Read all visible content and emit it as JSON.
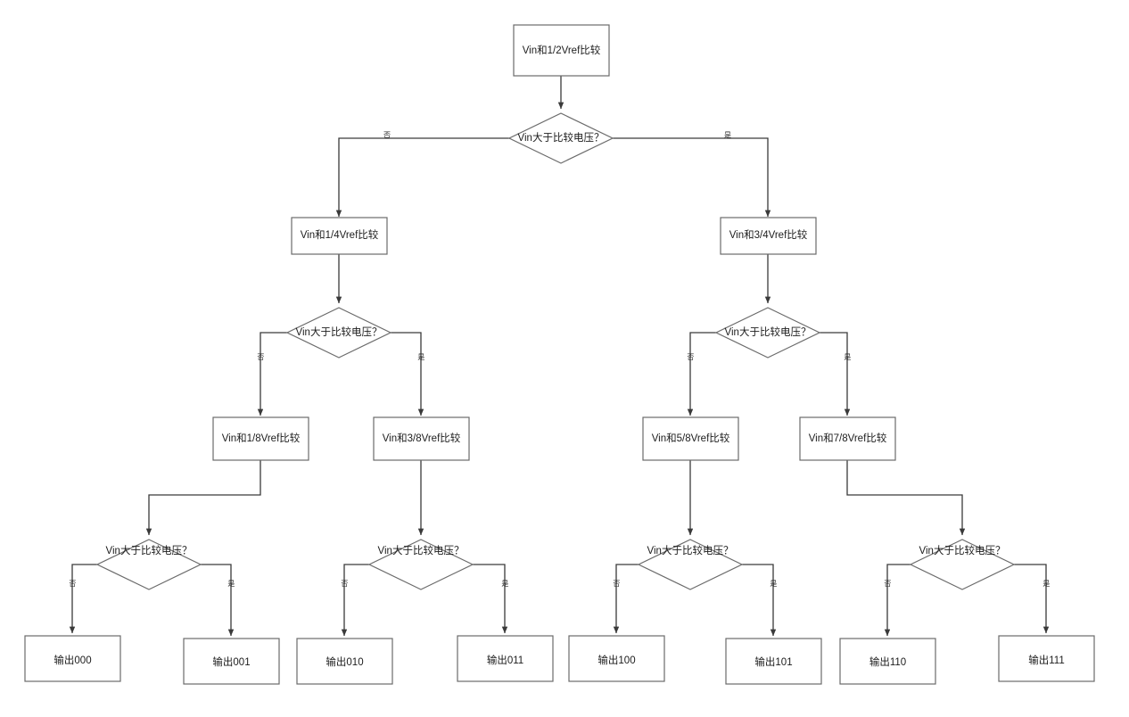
{
  "diagram": {
    "title": "3-bit successive approximation ADC comparison flowchart",
    "colors": {
      "node_stroke": "#6b6b6b",
      "edge_stroke": "#3a3a3a",
      "node_fill": "#ffffff",
      "text": "#1c1c1c",
      "background": "#ffffff"
    },
    "labels": {
      "no": "否",
      "yes": "是"
    },
    "nodes": {
      "root_process": "Vin和1/2Vref比较",
      "root_decision": "Vin大于比较电压？",
      "left_process": "Vin和1/4Vref比较",
      "left_decision": "Vin大于比较电压？",
      "right_process": "Vin和3/4Vref比较",
      "right_decision": "Vin大于比较电压？",
      "p1_8": "Vin和1/8Vref比较",
      "p3_8": "Vin和3/8Vref比较",
      "p5_8": "Vin和5/8Vref比较",
      "p7_8": "Vin和7/8Vref比较",
      "d1_8": "Vin大于比较电压？",
      "d3_8": "Vin大于比较电压？",
      "d5_8": "Vin大于比较电压？",
      "d7_8": "Vin大于比较电压？",
      "out000": "输出000",
      "out001": "输出001",
      "out010": "输出010",
      "out011": "输出011",
      "out100": "输出100",
      "out101": "输出101",
      "out110": "输出110",
      "out111": "输出111"
    },
    "edge_labels": {
      "root_no": "否",
      "root_yes": "是",
      "left_no": "否",
      "left_yes": "是",
      "right_no": "否",
      "right_yes": "是",
      "d1_8_no": "否",
      "d1_8_yes": "是",
      "d3_8_no": "否",
      "d3_8_yes": "是",
      "d5_8_no": "否",
      "d5_8_yes": "是",
      "d7_8_no": "否",
      "d7_8_yes": "是"
    }
  }
}
